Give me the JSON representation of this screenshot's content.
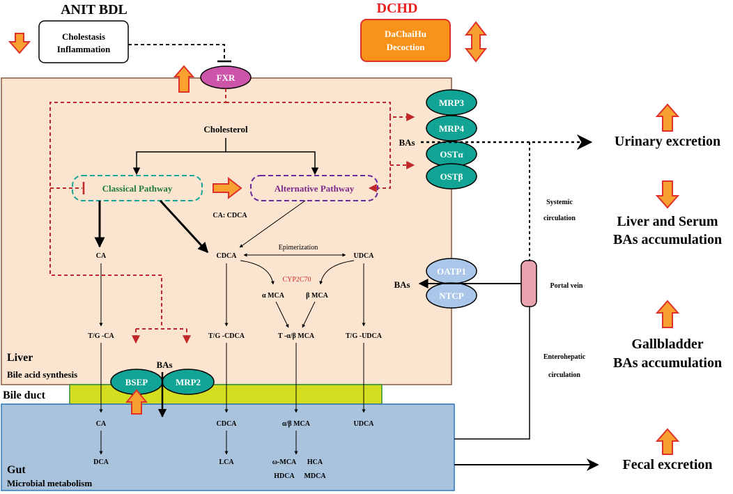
{
  "top": {
    "model": "ANIT BDL",
    "condition_line1": "Cholestasis",
    "condition_line2": "Inflammation",
    "dchd": "DCHD",
    "drug_line1": "DaChaiHu",
    "drug_line2": "Decoction",
    "fxr": "FXR"
  },
  "liver": {
    "cholesterol": "Cholesterol",
    "classical": "Classical Pathway",
    "alternative": "Alternative Pathway",
    "ratio": "CA: CDCA",
    "ca": "CA",
    "cdca": "CDCA",
    "udca": "UDCA",
    "epimerization": "Epimerization",
    "enzyme": "CYP2C70",
    "amca": "α MCA",
    "bmca": "β MCA",
    "tgca": "T/G -CA",
    "tgcdca": "T/G -CDCA",
    "tmca": "T -α/β MCA",
    "tgudca": "T/G -UDCA",
    "label": "Liver",
    "sublabel": "Bile acid synthesis",
    "bas_top": "BAs",
    "bas_mid": "BAs",
    "bas_bottom": "BAs"
  },
  "transporters": {
    "mrp3": "MRP3",
    "mrp4": "MRP4",
    "osta": "OSTα",
    "ostb": "OSTβ",
    "oatp1": "OATP1",
    "ntcp": "NTCP",
    "bsep": "BSEP",
    "mrp2": "MRP2"
  },
  "circulation": {
    "systemic_1": "Systemic",
    "systemic_2": "circulation",
    "portal": "Portal vein",
    "entero_1": "Enterohepatic",
    "entero_2": "circulation"
  },
  "gut": {
    "bile_duct": "Bile duct",
    "ca": "CA",
    "cdca": "CDCA",
    "mca": "α/β MCA",
    "udca": "UDCA",
    "dca": "DCA",
    "lca": "LCA",
    "omca": "ω-MCA",
    "hca": "HCA",
    "hdca": "HDCA",
    "mdca": "MDCA",
    "label": "Gut",
    "sublabel": "Microbial metabolism"
  },
  "outcomes": {
    "urinary": "Urinary excretion",
    "serum_1": "Liver and Serum",
    "serum_2": "BAs accumulation",
    "gall_1": "Gallbladder",
    "gall_2": "BAs accumulation",
    "fecal": "Fecal excretion"
  },
  "colors": {
    "liver_fill": "#fbe5d0",
    "gut_fill": "#a9c3dc",
    "bile_duct_fill": "#d3de21",
    "transporter_teal": "#11a393",
    "transporter_blue": "#aac6e8",
    "fxr": "#cc55aa",
    "arrow_orange": "#f8a030",
    "arrow_red": "#e0302a",
    "inhibition_red": "#c0282a",
    "classical_green": "#1f7a39",
    "alternative_purple": "#7b2a8a"
  }
}
